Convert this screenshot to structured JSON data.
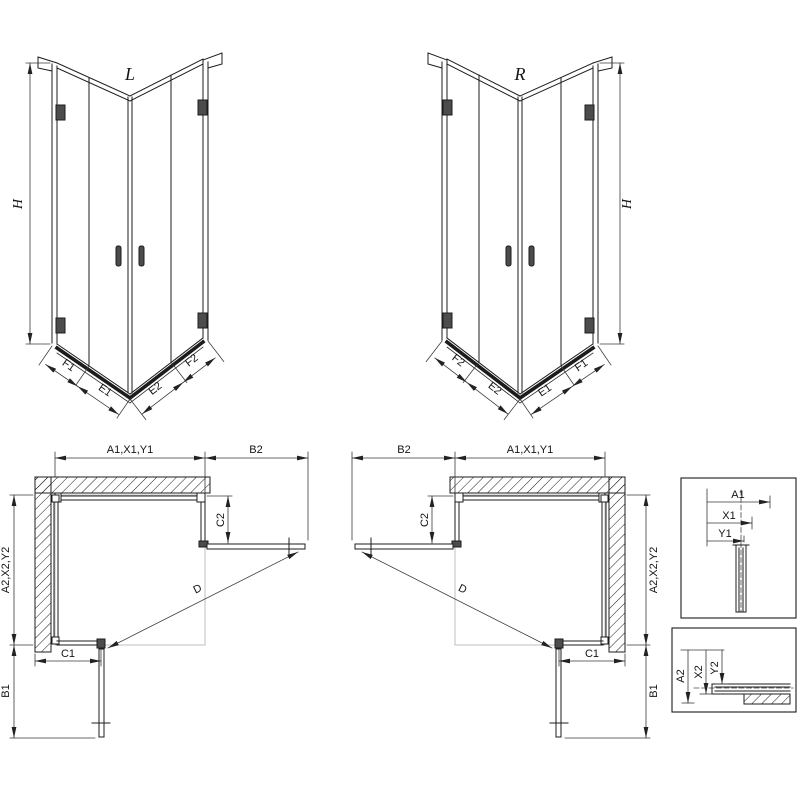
{
  "iso_left": {
    "label": "L",
    "height": "H",
    "dims": {
      "f1": "F1",
      "e1": "E1",
      "e2": "E2",
      "f2": "F2"
    }
  },
  "iso_right": {
    "label": "R",
    "height": "H",
    "dims": {
      "f2": "F2",
      "e2": "E2",
      "e1": "E1",
      "f1": "F1"
    }
  },
  "plan_left": {
    "dims": {
      "top_width": "A1,X1,Y1",
      "top_door": "B2",
      "top_return": "C2",
      "side_depth": "A2,X2,Y2",
      "side_door": "B1",
      "bottom_return": "C1",
      "diagonal": "D"
    }
  },
  "plan_right": {
    "dims": {
      "top_door": "B2",
      "top_width": "A1,X1,Y1",
      "top_return": "C2",
      "side_depth": "A2,X2,Y2",
      "side_door": "B1",
      "bottom_return": "C1",
      "diagonal": "D"
    }
  },
  "detail_wall_profile": {
    "dims": {
      "a1": "A1",
      "x1": "X1",
      "y1": "Y1"
    }
  },
  "detail_floor_profile": {
    "dims": {
      "a2": "A2",
      "x2": "X2",
      "y2": "Y2"
    }
  },
  "colors": {
    "line": "#1c1c1c",
    "dim": "#3a3a3a",
    "hatch": "#777777",
    "background": "#ffffff"
  }
}
